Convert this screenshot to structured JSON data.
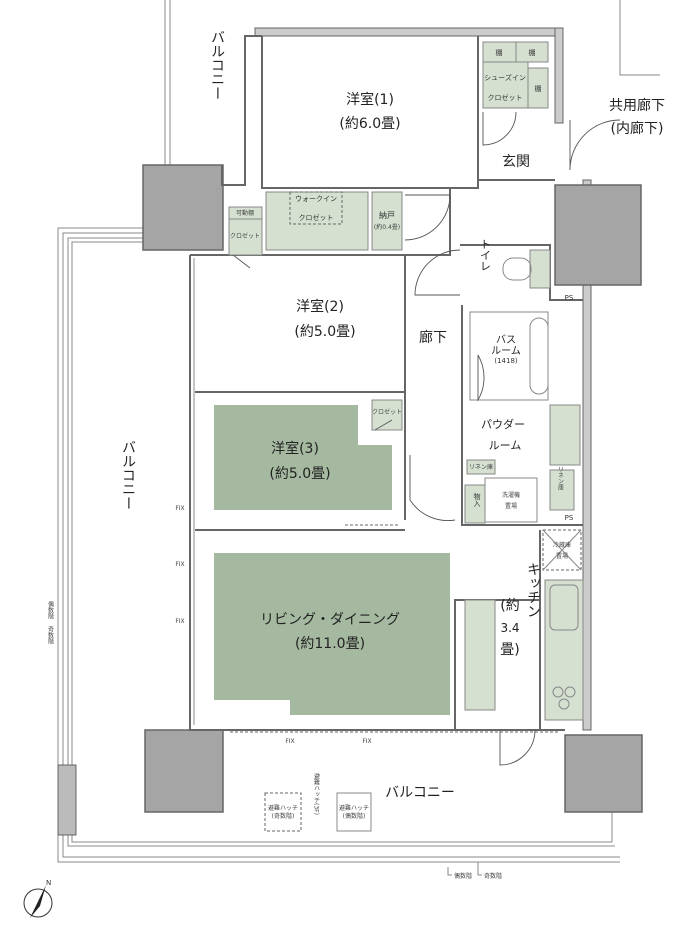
{
  "rooms": {
    "western1": {
      "name": "洋室(1)",
      "size": "(約6.0畳)"
    },
    "western2": {
      "name": "洋室(2)",
      "size": "(約5.0畳)"
    },
    "western3": {
      "name": "洋室(3)",
      "size": "(約5.0畳)"
    },
    "living": {
      "name": "リビング・ダイニング",
      "size": "(約11.0畳)"
    },
    "kitchen": {
      "name": "キッチン",
      "size_open": "(約",
      "size_val": "3.4",
      "size_close": "畳)"
    },
    "entrance": "玄関",
    "hallway": "廊下",
    "toilet": "トイレ",
    "bath": {
      "line1": "バス",
      "line2": "ルーム",
      "size": "(1418)"
    },
    "powder": {
      "line1": "パウダー",
      "line2": "ルーム"
    },
    "shoes_closet": {
      "line1": "シューズイン",
      "line2": "クロゼット"
    },
    "shelf": "棚",
    "walkin": {
      "line1": "ウォークイン",
      "line2": "クロゼット"
    },
    "storage": {
      "name": "納戸",
      "size": "(約0.4畳)"
    },
    "movable_shelf": "可動棚",
    "closet": "クロゼット",
    "linen": "リネン庫",
    "storeroom": "物入",
    "washer": {
      "line1": "洗濯機",
      "line2": "置場"
    },
    "fridge": {
      "line1": "冷蔵庫",
      "line2": "置場"
    },
    "ps": "PS"
  },
  "balcony": "バルコニー",
  "common_corridor": {
    "line1": "共用廊下",
    "line2": "(内廊下)"
  },
  "fix": "FIX",
  "hatch_odd": {
    "line1": "避難ハッチ",
    "line2": "(奇数階)"
  },
  "hatch_even": {
    "line1": "避難ハッチ",
    "line2": "(偶数階)"
  },
  "hatch_3f": "避難ハッチ(3F)",
  "even_floor": "偶数階",
  "odd_floor": "奇数階",
  "compass": "N",
  "colors": {
    "room_green": "#a4b9a0",
    "fixture_green": "#d5e0d1",
    "pillar": "#a5a5a5"
  }
}
